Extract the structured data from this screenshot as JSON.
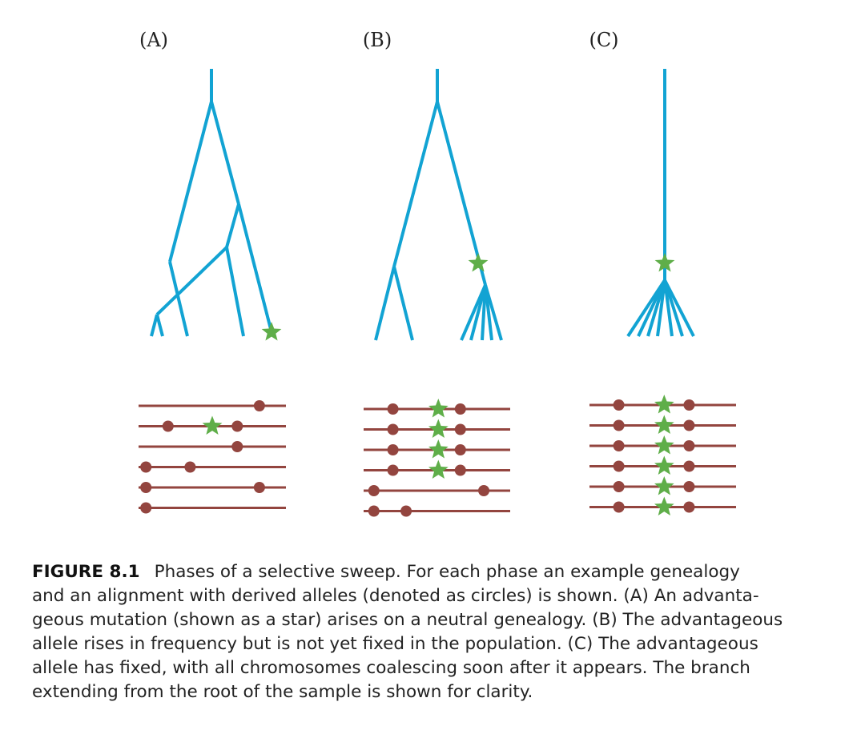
{
  "colors": {
    "tree": "#12a3d3",
    "alignment_line": "#93453f",
    "allele_circle": "#93453f",
    "mutation_star": "#5fae49"
  },
  "panels": [
    {
      "label": "(A)",
      "tree": {
        "nodes": [
          {
            "id": "root"
          },
          {
            "id": "n1",
            "parent": "root"
          },
          {
            "id": "n2",
            "parent": "n1"
          },
          {
            "id": "n3",
            "parent": "n1"
          },
          {
            "id": "n4",
            "parent": "n2"
          },
          {
            "id": "n5",
            "parent": "n3"
          },
          {
            "id": "n6",
            "parent": "n3"
          },
          {
            "id": "n7",
            "parent": "n5"
          },
          {
            "id": "n8",
            "parent": "n5"
          },
          {
            "id": "n9",
            "parent": "n7"
          },
          {
            "id": "n10",
            "parent": "n7"
          }
        ],
        "star_on_branch": "n6"
      },
      "alignment": {
        "rows": [
          {
            "circles": [
              0.82
            ],
            "star": null
          },
          {
            "circles": [
              0.2,
              0.67
            ],
            "star": 0.5
          },
          {
            "circles": [
              0.67
            ],
            "star": null
          },
          {
            "circles": [
              0.05,
              0.35
            ],
            "star": null
          },
          {
            "circles": [
              0.05,
              0.82
            ],
            "star": null
          },
          {
            "circles": [
              0.05
            ],
            "star": null
          }
        ]
      }
    },
    {
      "label": "(B)",
      "tree": {
        "nodes": [
          {
            "id": "root"
          },
          {
            "id": "n1",
            "parent": "root"
          },
          {
            "id": "n2",
            "parent": "n1"
          },
          {
            "id": "n3",
            "parent": "n1"
          },
          {
            "id": "n4",
            "parent": "n2"
          },
          {
            "id": "n5",
            "parent": "n2"
          },
          {
            "id": "n6",
            "parent": "n3"
          },
          {
            "id": "n7",
            "parent": "n3"
          },
          {
            "id": "n8",
            "parent": "n3"
          },
          {
            "id": "n9",
            "parent": "n3"
          },
          {
            "id": "n10",
            "parent": "n3"
          }
        ],
        "star_on_branch": "n3"
      },
      "alignment": {
        "rows": [
          {
            "circles": [
              0.2,
              0.66
            ],
            "star": 0.51
          },
          {
            "circles": [
              0.2,
              0.66
            ],
            "star": 0.51
          },
          {
            "circles": [
              0.2,
              0.66
            ],
            "star": 0.51
          },
          {
            "circles": [
              0.2,
              0.66
            ],
            "star": 0.51
          },
          {
            "circles": [
              0.07,
              0.82
            ],
            "star": null
          },
          {
            "circles": [
              0.07,
              0.29
            ],
            "star": null
          }
        ]
      }
    },
    {
      "label": "(C)",
      "tree": {
        "nodes": [
          {
            "id": "root"
          },
          {
            "id": "n1",
            "parent": "root"
          },
          {
            "id": "n2",
            "parent": "n1"
          },
          {
            "id": "n3",
            "parent": "n1"
          },
          {
            "id": "n4",
            "parent": "n1"
          },
          {
            "id": "n5",
            "parent": "n1"
          },
          {
            "id": "n6",
            "parent": "n1"
          },
          {
            "id": "n7",
            "parent": "n1"
          },
          {
            "id": "n8",
            "parent": "n1"
          }
        ],
        "star_on_branch": "n1"
      },
      "alignment": {
        "rows": [
          {
            "circles": [
              0.2,
              0.68
            ],
            "star": 0.51
          },
          {
            "circles": [
              0.2,
              0.68
            ],
            "star": 0.51
          },
          {
            "circles": [
              0.2,
              0.68
            ],
            "star": 0.51
          },
          {
            "circles": [
              0.2,
              0.68
            ],
            "star": 0.51
          },
          {
            "circles": [
              0.2,
              0.68
            ],
            "star": 0.51
          },
          {
            "circles": [
              0.2,
              0.68
            ],
            "star": 0.51
          }
        ]
      }
    }
  ],
  "caption": {
    "figure_number": "FIGURE 8.1",
    "lines": [
      "Phases of a selective sweep. For each phase an example genealogy",
      "and an alignment with derived alleles (denoted as circles) is shown. (A) An advanta-",
      "geous mutation (shown as a star) arises on a neutral genealogy. (B) The advantageous",
      "allele rises in frequency but is not yet fixed in the population. (C) The advantageous",
      "allele has fixed, with all chromosomes coalescing soon after it appears. The branch",
      "extending from the root of the sample is shown for clarity."
    ]
  }
}
